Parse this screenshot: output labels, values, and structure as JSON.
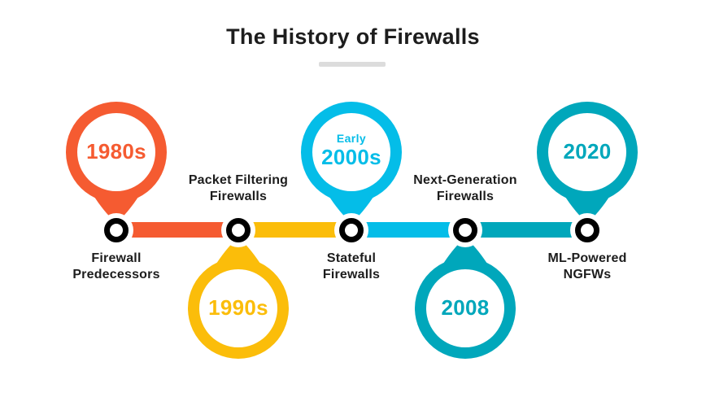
{
  "page": {
    "title": "The History of Firewalls"
  },
  "colors": {
    "orange": "#F55B31",
    "yellow": "#FBBD0A",
    "cyan": "#04BDE8",
    "teal": "#00A7BB",
    "label_text": "#1D1D1D",
    "title_underline": "#DCDCDC",
    "background": "#FFFFFF"
  },
  "timeline": {
    "milestones": [
      {
        "period": "1980s",
        "label_lines": [
          "Firewall",
          "Predecessors"
        ],
        "color": "#F55B31",
        "pin_side": "above"
      },
      {
        "period": "1990s",
        "label_lines": [
          "Packet Filtering",
          "Firewalls"
        ],
        "color": "#FBBD0A",
        "pin_side": "below"
      },
      {
        "period_prefix": "Early",
        "period": "2000s",
        "label_lines": [
          "Stateful",
          "Firewalls"
        ],
        "color": "#04BDE8",
        "pin_side": "above"
      },
      {
        "period": "2008",
        "label_lines": [
          "Next-Generation",
          "Firewalls"
        ],
        "color": "#00A7BB",
        "pin_side": "below"
      },
      {
        "period": "2020",
        "label_lines": [
          "ML-Powered",
          "NGFWs"
        ],
        "color": "#00A7BB",
        "pin_side": "above"
      }
    ]
  }
}
